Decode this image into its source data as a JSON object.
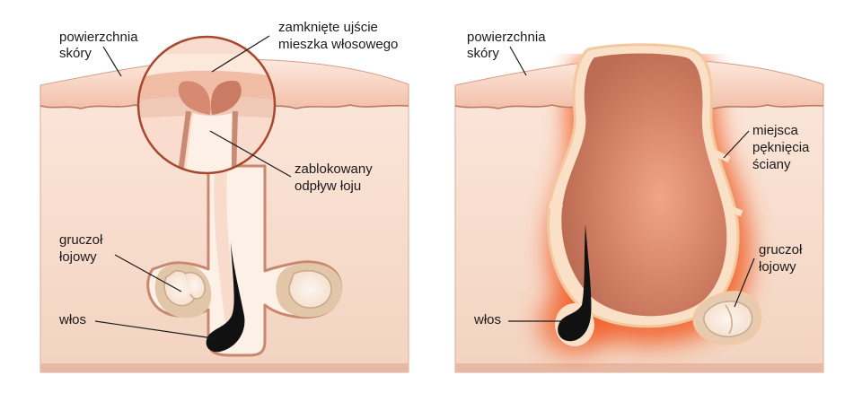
{
  "diagram": {
    "left_panel": {
      "skin_surface": [
        "powierzchnia",
        "skóry"
      ],
      "closed_opening": [
        "zamknięte ujście",
        "mieszka włosowego"
      ],
      "blocked_outflow": [
        "zablokowany",
        "odpływ łoju"
      ],
      "sebaceous_gland": [
        "gruczoł",
        "łojowy"
      ],
      "hair": "włos"
    },
    "right_panel": {
      "skin_surface": [
        "powierzchnia",
        "skóry"
      ],
      "wall_rupture": [
        "miejsca",
        "pęknięcia",
        "ściany"
      ],
      "sebaceous_gland": [
        "gruczoł",
        "łojowy"
      ],
      "hair": "włos"
    }
  },
  "colors": {
    "skin_body": "#f7dccb",
    "skin_surface": "#f5c6b3",
    "outline": "#c98a74",
    "follicle": "#fbe8dc",
    "cyst": "#c8765c",
    "inflammation": "#f04a1a",
    "gland": "#e6cbb0",
    "hair": "#111111",
    "text": "#1a1a1a"
  }
}
